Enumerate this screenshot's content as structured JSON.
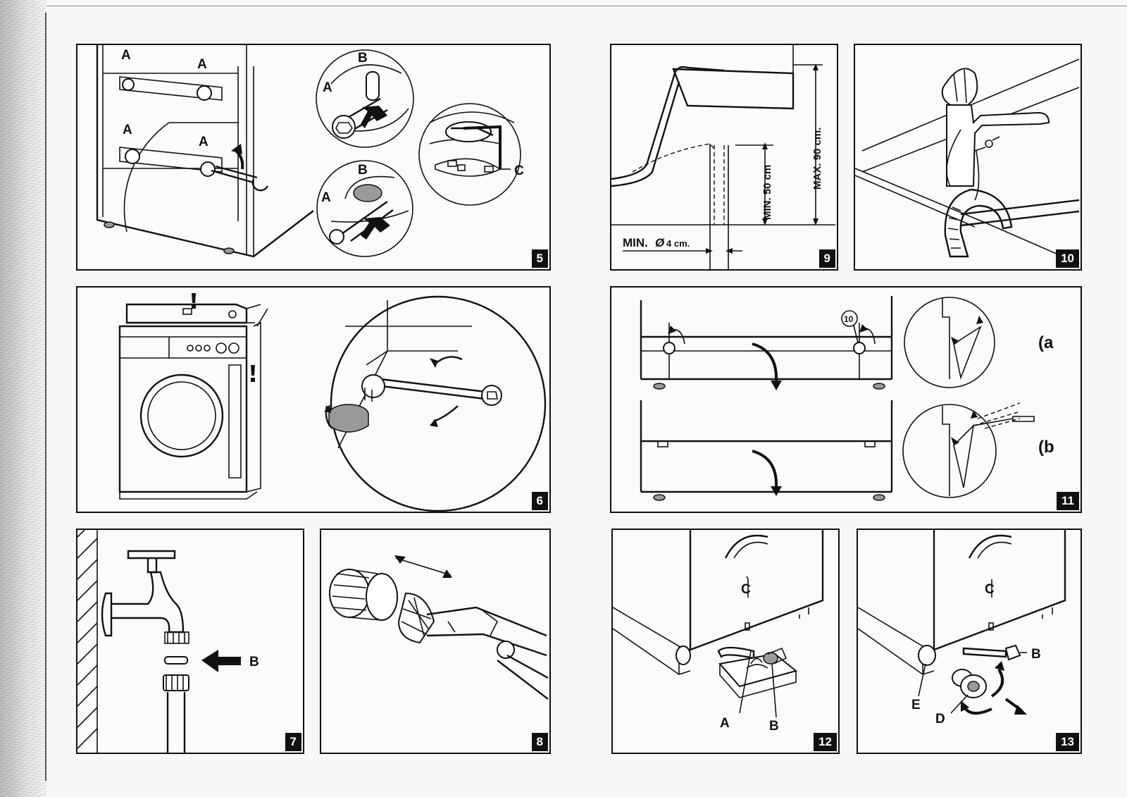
{
  "panels": {
    "p5": {
      "number": "5",
      "labels": [
        "A",
        "A",
        "A",
        "A",
        "B",
        "A",
        "C",
        "B",
        "A"
      ]
    },
    "p6": {
      "number": "6"
    },
    "p7": {
      "number": "7",
      "labels": [
        "B"
      ]
    },
    "p8": {
      "number": "8"
    },
    "p9": {
      "number": "9",
      "max_height": "MAX. 90 cm.",
      "min_height": "MIN. 50 cm",
      "min_diameter_prefix": "MIN.",
      "min_diameter_symbol": "Ø",
      "min_diameter_value": "4 cm."
    },
    "p10": {
      "number": "10"
    },
    "p11": {
      "number": "11",
      "detail_a": "(a",
      "detail_b": "(b",
      "bolt_marker": "10"
    },
    "p12": {
      "number": "12",
      "labels": [
        "C",
        "A",
        "B"
      ]
    },
    "p13": {
      "number": "13",
      "labels": [
        "C",
        "B",
        "E",
        "D"
      ]
    }
  }
}
